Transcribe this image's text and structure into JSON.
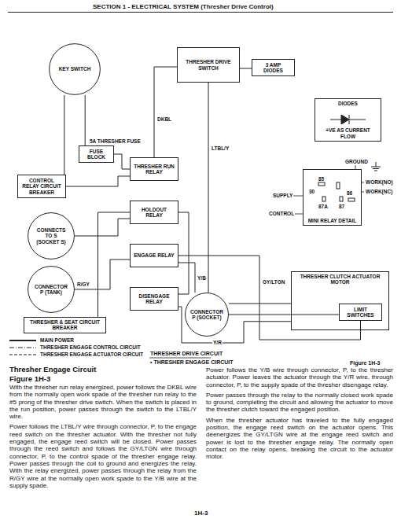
{
  "diagram": {
    "title": "SECTION 1 - ELECTRICAL SYSTEM (Thresher Drive Control)",
    "caption": "Figure 1H-3",
    "nodes": [
      {
        "text": [
          "KEY SWITCH"
        ]
      },
      {
        "text": [
          "THRESHER DRIVE SWITCH"
        ]
      },
      {
        "text": [
          "3 AMP DIODES"
        ]
      },
      {
        "text": [
          "FUSE BLOCK"
        ]
      },
      {
        "text": [
          "THRESHER RUN RELAY"
        ]
      },
      {
        "text": [
          "HOLDOUT RELAY"
        ]
      },
      {
        "text": [
          "ENGAGE RELAY"
        ]
      },
      {
        "text": [
          "DISENGAGE RELAY"
        ]
      },
      {
        "text": [
          "CONTROL RELAY CIRCUIT BREAKER"
        ]
      },
      {
        "text": [
          "CONNECTS TO S (SOCKET S)"
        ]
      },
      {
        "text": [
          "CONNECTOR P (TANK)"
        ]
      },
      {
        "text": [
          "THRESHER & SEAT CIRCUIT BREAKER"
        ]
      },
      {
        "text": [
          "THRESHER CLUTCH ACTUATOR MOTOR"
        ]
      },
      {
        "text": [
          "LIMIT SWITCHES"
        ],
        "in": 12
      },
      {
        "text": [
          "DIODES",
          "+VE AS CURRENT FLOW"
        ]
      },
      {
        "text": [
          "MINI RELAY DETAIL"
        ]
      },
      {
        "text": [
          "CONNECTOR P (SOCKET)"
        ]
      }
    ],
    "edges": [
      {
        "from": 0,
        "to": 8,
        "arrow": "none"
      },
      {
        "from": 0,
        "to": 3,
        "arrow": "none"
      },
      {
        "from": 3,
        "to": 4,
        "arrow": "none"
      },
      {
        "from": 8,
        "to": 4,
        "arrow": "none"
      },
      {
        "from": 4,
        "to": 1,
        "arrow": "none"
      },
      {
        "from": 1,
        "to": 2,
        "arrow": "none"
      },
      {
        "from": 1,
        "to": 16,
        "arrow": "none"
      },
      {
        "from": 16,
        "to": 13,
        "arrow": "none"
      },
      {
        "from": 13,
        "to": 6,
        "arrow": "none"
      },
      {
        "from": 6,
        "to": 16,
        "arrow": "none"
      },
      {
        "from": 16,
        "to": 12,
        "arrow": "none"
      },
      {
        "from": 12,
        "to": 7,
        "arrow": "none"
      },
      {
        "from": 11,
        "to": 5,
        "arrow": "none"
      },
      {
        "from": 5,
        "to": 7,
        "arrow": "none"
      },
      {
        "from": 10,
        "to": 6,
        "arrow": "none"
      },
      {
        "from": 9,
        "to": 5,
        "arrow": "none"
      }
    ],
    "labels": [
      "5A THRESHER FUSE",
      "DKBL",
      "LTBL/Y",
      "GY/LTGN",
      "R/GY",
      "Y/B",
      "Y/R",
      "30",
      "85",
      "86",
      "87",
      "87A",
      "GROUND",
      "SUPPLY",
      "CONTROL",
      "WORK(NO)",
      "WORK(NC)",
      "THRESHER DRIVE CIRCUIT",
      "• THRESHER ENGAGE CIRCUIT",
      "Thresher Engage Circuit",
      "Figure 1H-3",
      "With the thresher run relay energized, power follows the DKBL wire from the normally open work spade of the thresher run relay to the #5 prong of the thresher drive switch. When the switch is placed in the run position, power passes through the switch to the LTBL/Y wire.",
      "Power follows the LTBL/Y wire through connector, P, to the engage reed switch on the thresher actuator. With the thresher not fully engaged, the engage reed switch will be closed. Power passes through the reed switch and follows the GY/LTGN wire through connector, P, to the control spade of the thresher engage relay. Power passes through the coil to ground and energizes the relay. With the relay energized, power passes through the relay from the R/GY wire at the normally open work spade to the Y/B wire at the supply spade.",
      "Power follows the Y/B wire through connector, P, to the thresher actuator. Power leaves the actuator through the Y/R wire, through connector, P, to the supply spade of the thresher disengage relay.",
      "Power passes through the relay to the normally closed work spade to ground, completing the circuit and allowing the actuator to move the thresher clutch toward the engaged position.",
      "When the thresher actuator has traveled to the fully engaged position, the engage reed switch on the actuator opens. This deenergizes the GY/LTGN wire at the engage reed switch and power is lost to the thresher engage relay. The normally open contact on the relay opens, breaking the circuit to the actuator motor.",
      "1H-3"
    ],
    "legend": [
      {
        "text": "MAIN POWER"
      },
      {
        "text": "THRESHER ENGAGE CONTROL CIRCUIT"
      },
      {
        "text": "THRESHER ENGAGE ACTUATOR CIRCUIT"
      }
    ]
  }
}
